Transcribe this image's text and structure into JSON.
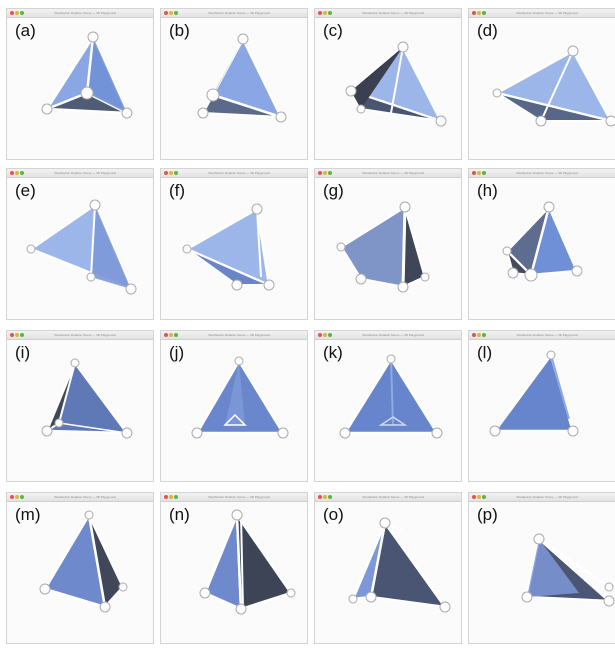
{
  "window_title": "Tetrahedron Rotation Scene — 3D Playground",
  "panels": [
    {
      "label": "(a)"
    },
    {
      "label": "(b)"
    },
    {
      "label": "(c)"
    },
    {
      "label": "(d)"
    },
    {
      "label": "(e)"
    },
    {
      "label": "(f)"
    },
    {
      "label": "(g)"
    },
    {
      "label": "(h)"
    },
    {
      "label": "(i)"
    },
    {
      "label": "(j)"
    },
    {
      "label": "(k)"
    },
    {
      "label": "(l)"
    },
    {
      "label": "(m)"
    },
    {
      "label": "(n)"
    },
    {
      "label": "(o)"
    },
    {
      "label": "(p)"
    }
  ],
  "colors": {
    "face_light": "#9db6ea",
    "face_mid": "#6f8fd6",
    "face_dark": "#46516c",
    "edge": "#ffffff",
    "window_bg": "#fbfbfb"
  }
}
